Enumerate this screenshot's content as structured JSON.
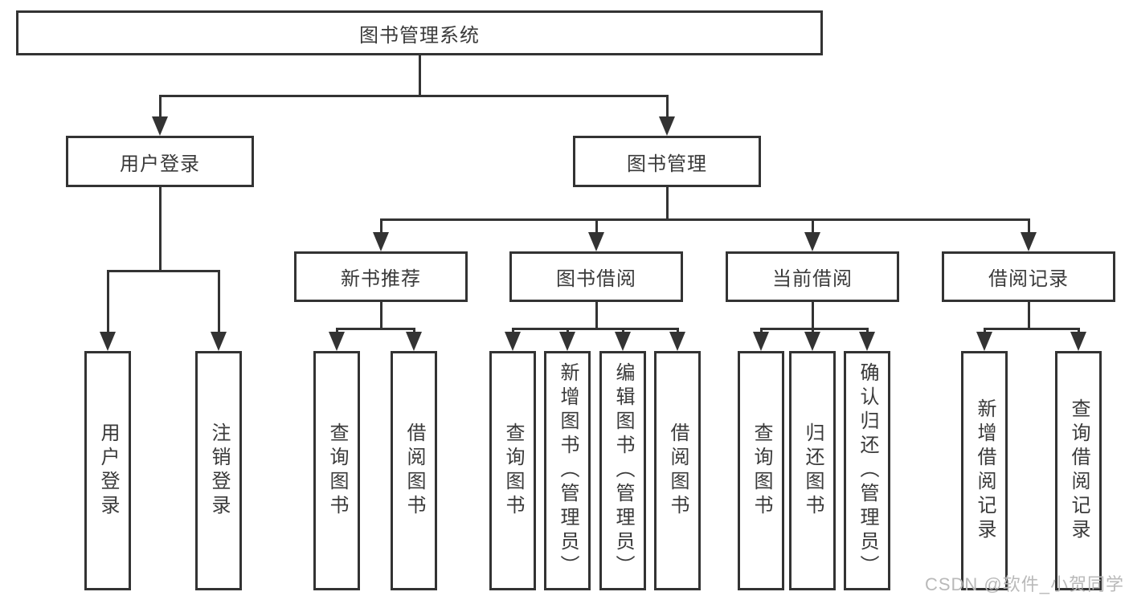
{
  "diagram": {
    "title": "图书管理系统",
    "level2": {
      "left": "用户登录",
      "right": "图书管理"
    },
    "level3": [
      "新书推荐",
      "图书借阅",
      "当前借阅",
      "借阅记录"
    ],
    "leaves": {
      "login": [
        "用户登录",
        "注销登录"
      ],
      "recommend": [
        "查询图书",
        "借阅图书"
      ],
      "borrow": [
        "查询图书",
        "新增图书（管理员）",
        "编辑图书（管理员）",
        "借阅图书"
      ],
      "current": [
        "查询图书",
        "归还图书",
        "确认归还（管理员）"
      ],
      "records": [
        "新增借阅记录",
        "查询借阅记录"
      ]
    },
    "watermark": "CSDN @软件_小贺同学",
    "colors": {
      "line": "#333333",
      "text": "#3a3a3a",
      "watermark": "#b9b9b9",
      "background": "#ffffff"
    }
  }
}
